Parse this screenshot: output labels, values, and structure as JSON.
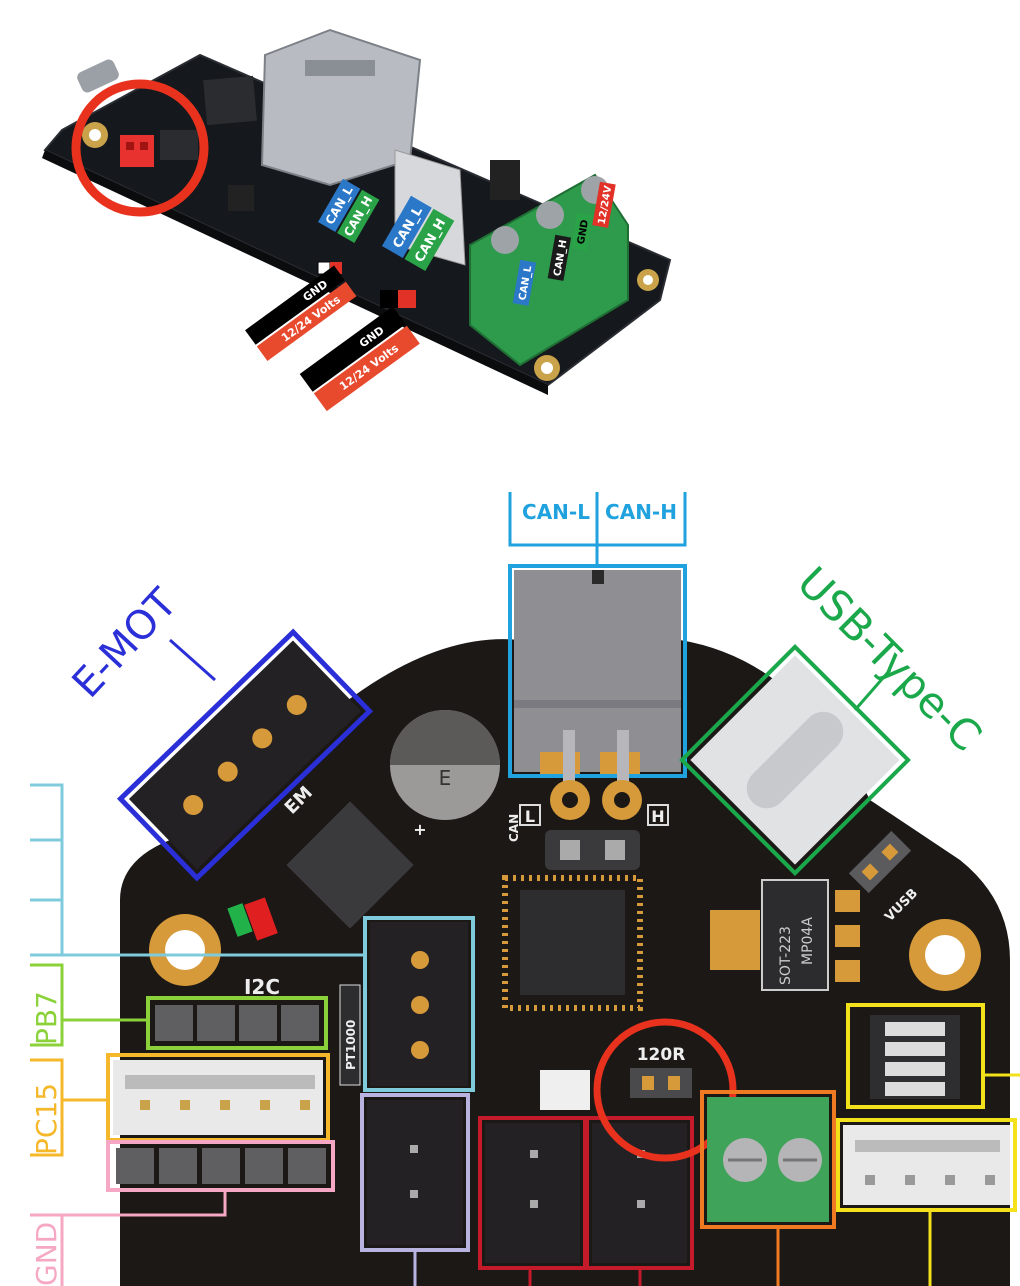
{
  "top_photo": {
    "connector_labels": {
      "can_l_1": "CAN_L",
      "can_h_1": "CAN_H",
      "can_l_2": "CAN_L",
      "can_h_2": "CAN_H",
      "terminal_can_l": "CAN_L",
      "terminal_can_h": "CAN_H",
      "terminal_gnd": "GND",
      "terminal_volts": "12/24V"
    },
    "wire_labels": {
      "gnd_1": "GND",
      "volts_1": "12/24 Volts",
      "gnd_2": "GND",
      "volts_2": "12/24 Volts"
    }
  },
  "bottom_diagram": {
    "callouts": {
      "can_l": "CAN-L",
      "can_h": "CAN-H",
      "e_mot": "E-MOT",
      "usb_type_c": "USB-Type-C"
    },
    "silkscreen": {
      "em": "EM",
      "can": "CAN",
      "l": "L",
      "h": "H",
      "i2c": "I2C",
      "pt1000": "PT1000",
      "r120": "120R",
      "vusb": "VUSB",
      "sot": "SOT-223",
      "mp": "MP04A",
      "cap_e": "E",
      "plus": "+"
    },
    "left_edge_labels": {
      "pb7": "PB7",
      "pc15": "PC15",
      "gnd": "GND"
    }
  },
  "colors": {
    "highlight_circle": "#e8321e",
    "can_blue": "#1fa2de",
    "usb_green": "#1aa84a",
    "emot_blue": "#2a2fd8",
    "i2c_green": "#8bd23a",
    "pt1000_cyan": "#7fcbdc",
    "pc15_orange": "#f5b82a",
    "gnd_pink": "#f5a7c3",
    "heater_red": "#c41a2a",
    "dip_yellow": "#f3e21b",
    "power_orange": "#ef7a21",
    "fan_lilac": "#b9b3e0",
    "pcb_black": "#1b1816"
  }
}
